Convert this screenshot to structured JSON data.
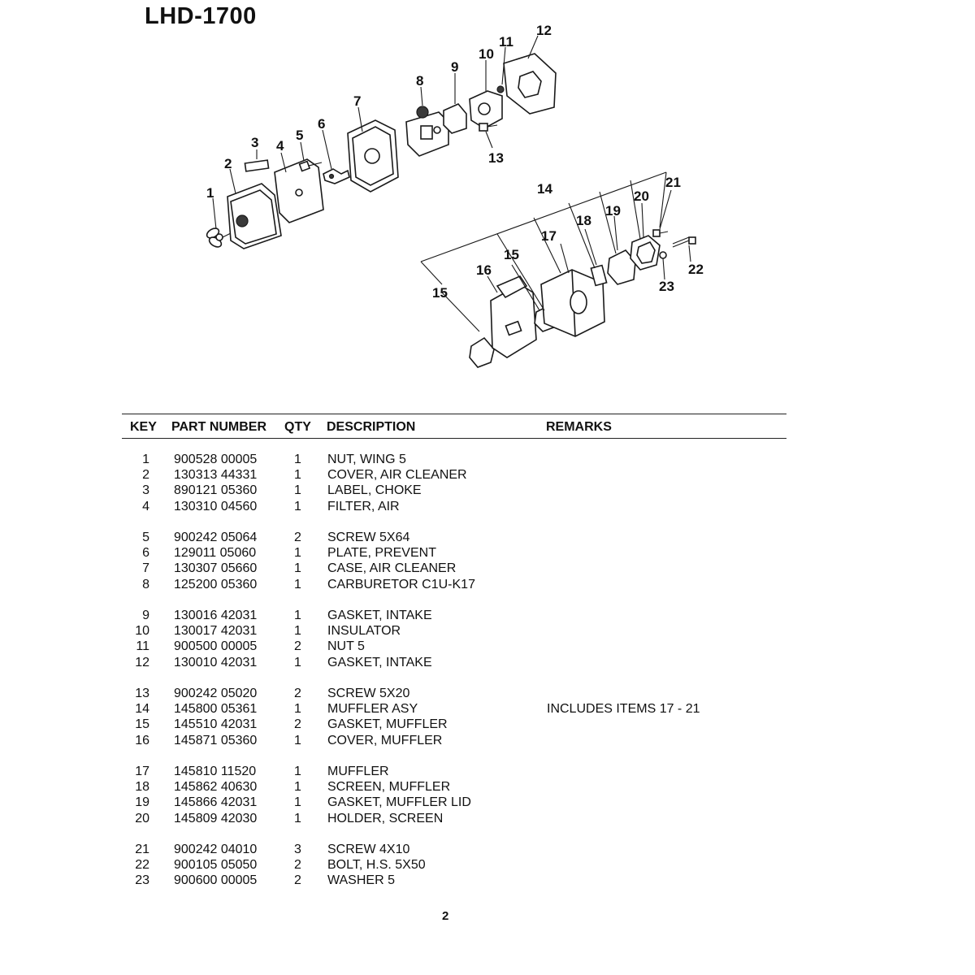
{
  "document": {
    "model": "LHD-1700",
    "page_number": "2"
  },
  "diagram": {
    "callouts": [
      "1",
      "2",
      "3",
      "4",
      "5",
      "6",
      "7",
      "8",
      "9",
      "10",
      "11",
      "12",
      "13",
      "14",
      "15",
      "15",
      "16",
      "17",
      "18",
      "19",
      "20",
      "21",
      "22",
      "23"
    ]
  },
  "parts_table": {
    "headers": {
      "key": "KEY",
      "part_number": "PART NUMBER",
      "qty": "QTY",
      "description": "DESCRIPTION",
      "remarks": "REMARKS"
    },
    "rows": [
      {
        "key": "1",
        "part_number": "900528 00005",
        "qty": "1",
        "description": "NUT, WING 5",
        "remarks": ""
      },
      {
        "key": "2",
        "part_number": "130313 44331",
        "qty": "1",
        "description": "COVER, AIR CLEANER",
        "remarks": ""
      },
      {
        "key": "3",
        "part_number": "890121 05360",
        "qty": "1",
        "description": "LABEL, CHOKE",
        "remarks": ""
      },
      {
        "key": "4",
        "part_number": "130310 04560",
        "qty": "1",
        "description": "FILTER, AIR",
        "remarks": ""
      },
      {
        "key": "5",
        "part_number": "900242 05064",
        "qty": "2",
        "description": "SCREW 5X64",
        "remarks": ""
      },
      {
        "key": "6",
        "part_number": "129011 05060",
        "qty": "1",
        "description": "PLATE, PREVENT",
        "remarks": ""
      },
      {
        "key": "7",
        "part_number": "130307 05660",
        "qty": "1",
        "description": "CASE, AIR CLEANER",
        "remarks": ""
      },
      {
        "key": "8",
        "part_number": "125200 05360",
        "qty": "1",
        "description": "CARBURETOR C1U-K17",
        "remarks": ""
      },
      {
        "key": "9",
        "part_number": "130016 42031",
        "qty": "1",
        "description": "GASKET, INTAKE",
        "remarks": ""
      },
      {
        "key": "10",
        "part_number": "130017 42031",
        "qty": "1",
        "description": "INSULATOR",
        "remarks": ""
      },
      {
        "key": "11",
        "part_number": "900500 00005",
        "qty": "2",
        "description": "NUT 5",
        "remarks": ""
      },
      {
        "key": "12",
        "part_number": "130010 42031",
        "qty": "1",
        "description": "GASKET, INTAKE",
        "remarks": ""
      },
      {
        "key": "13",
        "part_number": "900242 05020",
        "qty": "2",
        "description": "SCREW 5X20",
        "remarks": ""
      },
      {
        "key": "14",
        "part_number": "145800 05361",
        "qty": "1",
        "description": "MUFFLER ASY",
        "remarks": "INCLUDES ITEMS 17 - 21"
      },
      {
        "key": "15",
        "part_number": "145510 42031",
        "qty": "2",
        "description": "GASKET, MUFFLER",
        "remarks": ""
      },
      {
        "key": "16",
        "part_number": "145871 05360",
        "qty": "1",
        "description": "COVER, MUFFLER",
        "remarks": ""
      },
      {
        "key": "17",
        "part_number": "145810 11520",
        "qty": "1",
        "description": "MUFFLER",
        "remarks": ""
      },
      {
        "key": "18",
        "part_number": "145862 40630",
        "qty": "1",
        "description": "SCREEN, MUFFLER",
        "remarks": ""
      },
      {
        "key": "19",
        "part_number": "145866 42031",
        "qty": "1",
        "description": "GASKET, MUFFLER LID",
        "remarks": ""
      },
      {
        "key": "20",
        "part_number": "145809 42030",
        "qty": "1",
        "description": "HOLDER, SCREEN",
        "remarks": ""
      },
      {
        "key": "21",
        "part_number": "900242 04010",
        "qty": "3",
        "description": "SCREW 4X10",
        "remarks": ""
      },
      {
        "key": "22",
        "part_number": "900105 05050",
        "qty": "2",
        "description": "BOLT, H.S. 5X50",
        "remarks": ""
      },
      {
        "key": "23",
        "part_number": "900600 00005",
        "qty": "2",
        "description": "WASHER 5",
        "remarks": ""
      }
    ]
  }
}
